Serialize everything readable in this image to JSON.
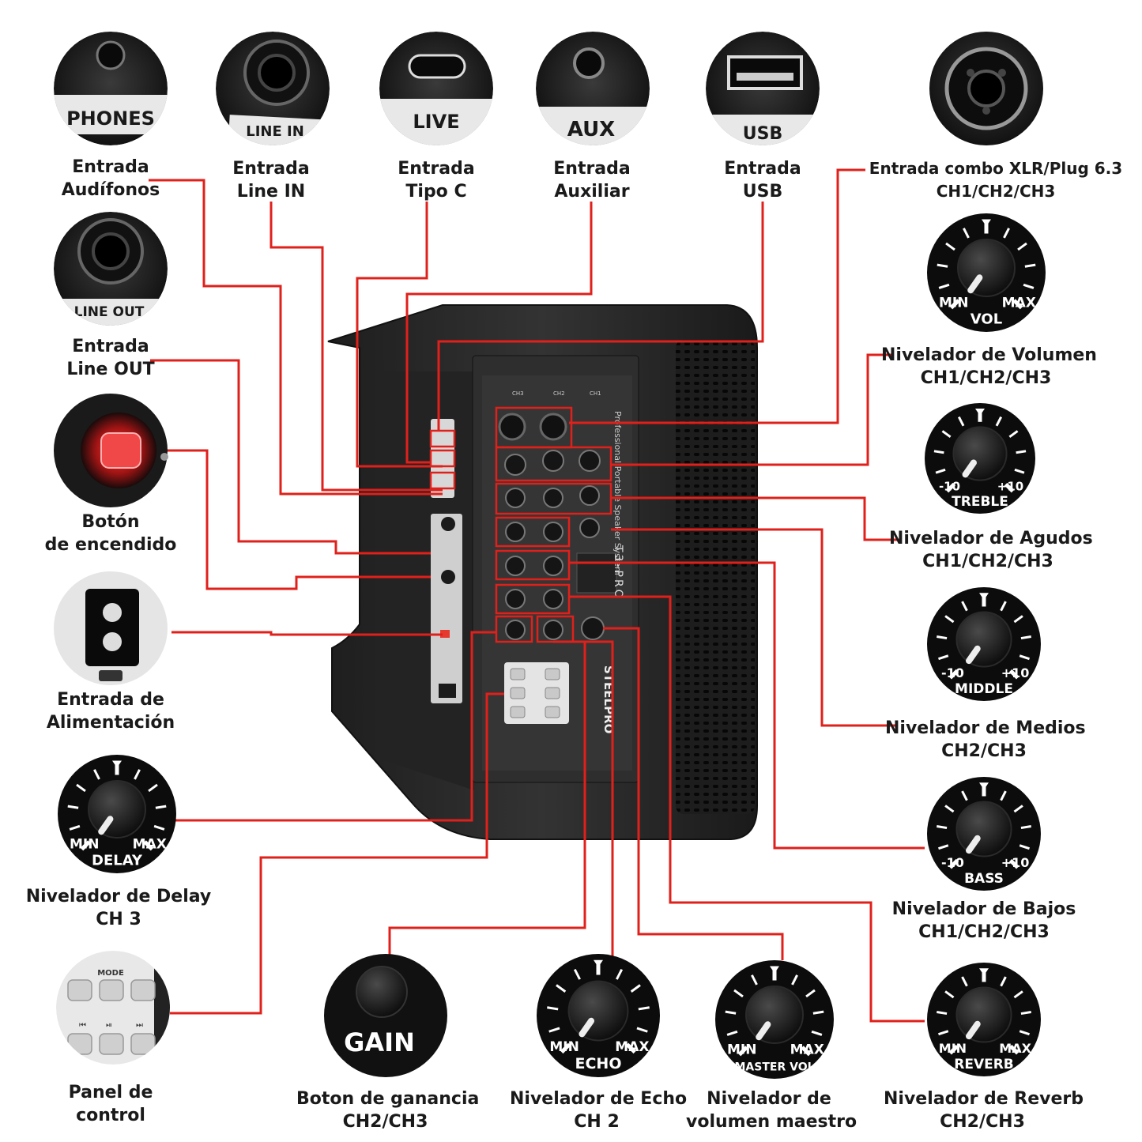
{
  "thumb_labels": {
    "phones": "PHONES",
    "line_in": "LINE IN",
    "live": "LIVE",
    "aux": "AUX",
    "usb": "USB",
    "line_out": "LINE OUT",
    "vol": "VOL",
    "treble": "TREBLE",
    "middle": "MIDDLE",
    "bass": "BASS",
    "delay": "DELAY",
    "gain": "GAIN",
    "echo": "ECHO",
    "master_vol": "MASTER VOL",
    "reverb": "REVERB",
    "mode": "MODE",
    "min": "MIN",
    "max": "MAX",
    "minus10": "-10",
    "plus10": "+10"
  },
  "callouts": {
    "phones": [
      "Entrada",
      "Audífonos"
    ],
    "line_in": [
      "Entrada",
      "Line IN"
    ],
    "type_c": [
      "Entrada",
      "Tipo C"
    ],
    "aux": [
      "Entrada",
      "Auxiliar"
    ],
    "usb": [
      "Entrada",
      "USB"
    ],
    "xlr": [
      "Entrada combo XLR/Plug 6.3",
      "CH1/CH2/CH3"
    ],
    "line_out": [
      "Entrada",
      "Line OUT"
    ],
    "volume": [
      "Nivelador de Volumen",
      "CH1/CH2/CH3"
    ],
    "power_button": [
      "Botón",
      "de encendido"
    ],
    "treble": [
      "Nivelador de Agudos",
      "CH1/CH2/CH3"
    ],
    "power_input": [
      "Entrada de",
      "Alimentación"
    ],
    "middle": [
      "Nivelador de Medios",
      "CH2/CH3"
    ],
    "delay": [
      "Nivelador de Delay",
      "CH 3"
    ],
    "bass": [
      "Nivelador de Bajos",
      "CH1/CH2/CH3"
    ],
    "control_panel": [
      "Panel de",
      "control"
    ],
    "gain": [
      "Boton de ganancia",
      "CH2/CH3"
    ],
    "echo": [
      "Nivelador de Echo",
      "CH 2"
    ],
    "master": [
      "Nivelador de",
      "volumen maestro"
    ],
    "reverb": [
      "Nivelador de Reverb",
      "CH2/CH3"
    ]
  },
  "speaker": {
    "model": "T3-PRO",
    "brand": "STEELPRO",
    "tagline": "Professional Portable Speaker System",
    "channels": [
      "CH3",
      "CH2",
      "CH1"
    ]
  },
  "colors": {
    "leader": "#e0201b",
    "body": "#2b2b2b",
    "panel": "#3a3a3a"
  }
}
